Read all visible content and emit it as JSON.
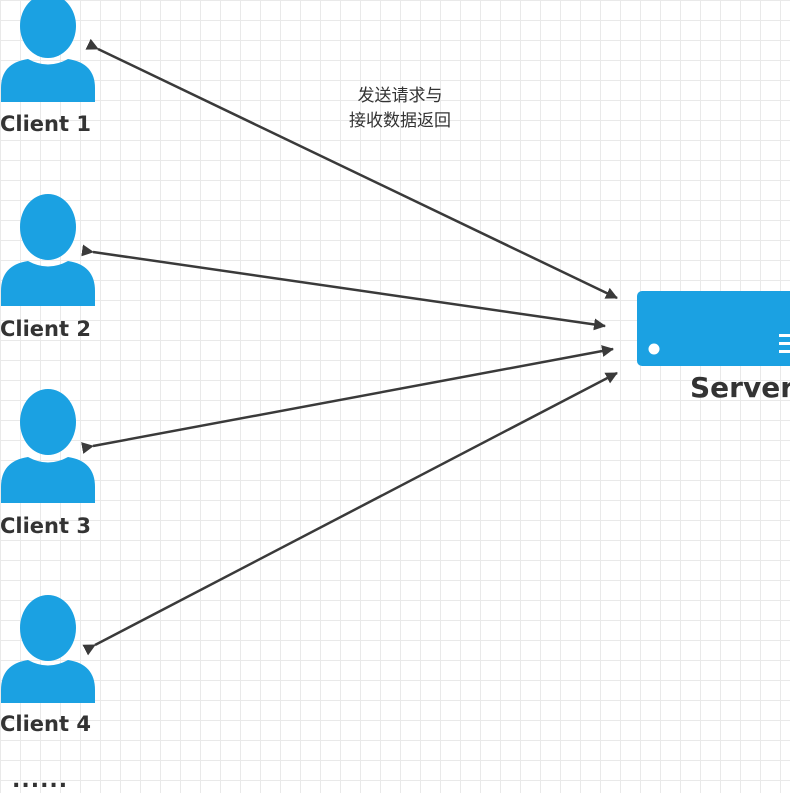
{
  "diagram": {
    "clients": [
      {
        "label": "Client 1"
      },
      {
        "label": "Client 2"
      },
      {
        "label": "Client 3"
      },
      {
        "label": "Client 4"
      }
    ],
    "more_marker": "......",
    "server": {
      "label": "Server"
    },
    "edge_label": {
      "line1": "发送请求与",
      "line2": "接收数据返回"
    },
    "colors": {
      "node_fill": "#1BA1E2",
      "arrow": "#3a3a3a",
      "text": "#333333"
    },
    "icons": {
      "client": "user-icon",
      "server": "server-icon"
    }
  }
}
